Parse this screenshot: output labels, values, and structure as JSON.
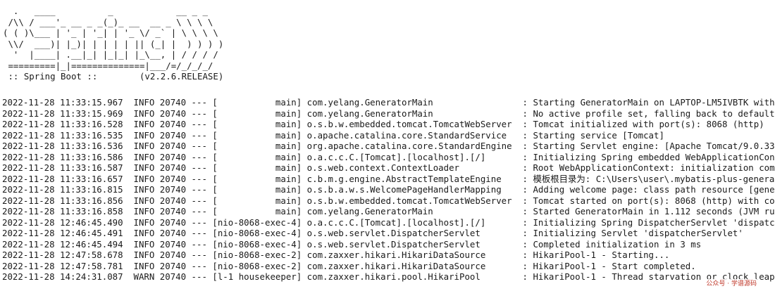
{
  "banner": "  .   ____          _            __ _ _\n /\\\\ / ___'_ __ _ _(_)_ __  __ _ \\ \\ \\ \\\n( ( )\\___ | '_ | '_| | '_ \\/ _` | \\ \\ \\ \\\n \\\\/  ___)| |_)| | | | | || (_| |  ) ) ) )\n  '  |____| .__|_| |_|_| |_\\__, | / / / /\n =========|_|==============|___/=/_/_/_/\n :: Spring Boot ::        (v2.2.6.RELEASE)",
  "log_lines": [
    "2022-11-28 11:33:15.967  INFO 20740 --- [           main] com.yelang.GeneratorMain                 : Starting GeneratorMain on LAPTOP-LM5IVBTK with",
    "2022-11-28 11:33:15.969  INFO 20740 --- [           main] com.yelang.GeneratorMain                 : No active profile set, falling back to default",
    "2022-11-28 11:33:16.528  INFO 20740 --- [           main] o.s.b.w.embedded.tomcat.TomcatWebServer  : Tomcat initialized with port(s): 8068 (http)",
    "2022-11-28 11:33:16.535  INFO 20740 --- [           main] o.apache.catalina.core.StandardService   : Starting service [Tomcat]",
    "2022-11-28 11:33:16.536  INFO 20740 --- [           main] org.apache.catalina.core.StandardEngine  : Starting Servlet engine: [Apache Tomcat/9.0.33",
    "2022-11-28 11:33:16.586  INFO 20740 --- [           main] o.a.c.c.C.[Tomcat].[localhost].[/]       : Initializing Spring embedded WebApplicationCon",
    "2022-11-28 11:33:16.587  INFO 20740 --- [           main] o.s.web.context.ContextLoader            : Root WebApplicationContext: initialization com",
    "2022-11-28 11:33:16.657  INFO 20740 --- [           main] c.b.m.g.engine.AbstractTemplateEngine    : 模板根目录为: C:\\Users\\user\\.mybatis-plus-genera",
    "2022-11-28 11:33:16.815  INFO 20740 --- [           main] o.s.b.a.w.s.WelcomePageHandlerMapping    : Adding welcome page: class path resource [gene",
    "2022-11-28 11:33:16.856  INFO 20740 --- [           main] o.s.b.w.embedded.tomcat.TomcatWebServer  : Tomcat started on port(s): 8068 (http) with co",
    "2022-11-28 11:33:16.858  INFO 20740 --- [           main] com.yelang.GeneratorMain                 : Started GeneratorMain in 1.112 seconds (JVM ru",
    "2022-11-28 12:46:45.490  INFO 20740 --- [nio-8068-exec-4] o.a.c.c.C.[Tomcat].[localhost].[/]       : Initializing Spring DispatcherServlet 'dispatc",
    "2022-11-28 12:46:45.491  INFO 20740 --- [nio-8068-exec-4] o.s.web.servlet.DispatcherServlet        : Initializing Servlet 'dispatcherServlet'",
    "2022-11-28 12:46:45.494  INFO 20740 --- [nio-8068-exec-4] o.s.web.servlet.DispatcherServlet        : Completed initialization in 3 ms",
    "2022-11-28 12:47:58.678  INFO 20740 --- [nio-8068-exec-2] com.zaxxer.hikari.HikariDataSource       : HikariPool-1 - Starting...",
    "2022-11-28 12:47:58.781  INFO 20740 --- [nio-8068-exec-2] com.zaxxer.hikari.HikariDataSource       : HikariPool-1 - Start completed.",
    "2022-11-28 14:24:31.087  WARN 20740 --- [l-1 housekeeper] com.zaxxer.hikari.pool.HikariPool        : HikariPool-1 - Thread starvation or clock leap"
  ],
  "watermark": "公众号 · 学谱源码"
}
